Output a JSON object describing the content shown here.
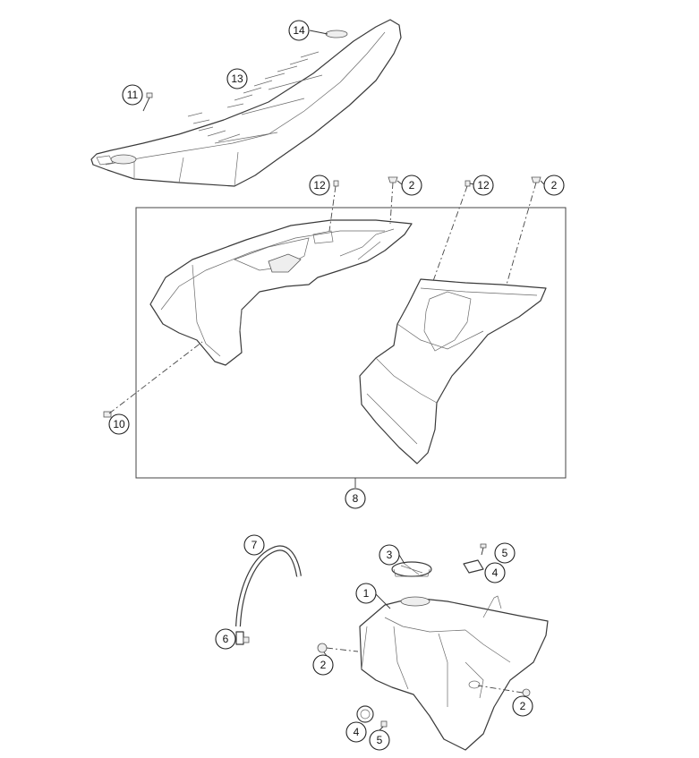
{
  "callouts": [
    {
      "id": "c14",
      "label": "14"
    },
    {
      "id": "c13",
      "label": "13"
    },
    {
      "id": "c11",
      "label": "11"
    },
    {
      "id": "c12a",
      "label": "12"
    },
    {
      "id": "c2a",
      "label": "2"
    },
    {
      "id": "c12b",
      "label": "12"
    },
    {
      "id": "c2b",
      "label": "2"
    },
    {
      "id": "c10",
      "label": "10"
    },
    {
      "id": "c8",
      "label": "8"
    },
    {
      "id": "c7",
      "label": "7"
    },
    {
      "id": "c3",
      "label": "3"
    },
    {
      "id": "c5a",
      "label": "5"
    },
    {
      "id": "c4a",
      "label": "4"
    },
    {
      "id": "c1",
      "label": "1"
    },
    {
      "id": "c6",
      "label": "6"
    },
    {
      "id": "c2c",
      "label": "2"
    },
    {
      "id": "c2d",
      "label": "2"
    },
    {
      "id": "c4b",
      "label": "4"
    },
    {
      "id": "c5b",
      "label": "5"
    }
  ],
  "colors": {
    "line": "#3a3a3a",
    "background": "#ffffff"
  }
}
